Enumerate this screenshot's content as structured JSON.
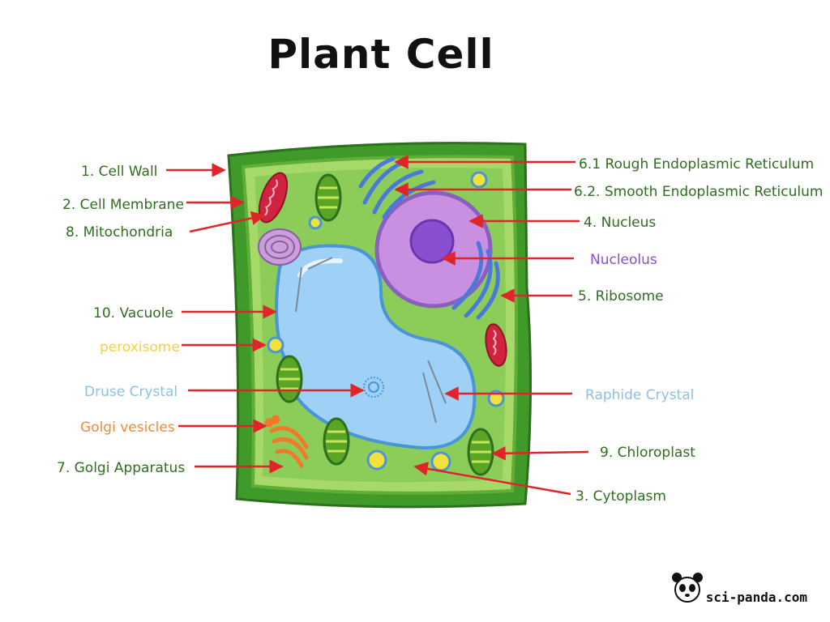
{
  "title": "Plant Cell",
  "labels": {
    "cell_wall": "1. Cell Wall",
    "cell_membrane": "2. Cell Membrane",
    "mitochondria": "8. Mitochondria",
    "vacuole": "10. Vacuole",
    "peroxisome": "peroxisome",
    "druse_crystal": "Druse Crystal",
    "golgi_vesicles": "Golgi vesicles",
    "golgi_apparatus": "7. Golgi Apparatus",
    "rough_er": "6.1 Rough Endoplasmic Reticulum",
    "smooth_er": "6.2. Smooth Endoplasmic Reticulum",
    "nucleus": "4. Nucleus",
    "nucleolus": "Nucleolus",
    "ribosome": "5. Ribosome",
    "raphide_crystal": "Raphide Crystal",
    "chloroplast": "9. Chloroplast",
    "cytoplasm": "3. Cytoplasm"
  },
  "label_colors": {
    "default": "#2f6e1f",
    "peroxisome": "#f2d33b",
    "druse_crystal": "#8fbfe3",
    "raphide_crystal": "#8fbfe3",
    "golgi_vesicles": "#f08a3c",
    "nucleolus": "#8a4fd0"
  },
  "arrow_color": "#e0242a",
  "brand": "sci-panda.com"
}
